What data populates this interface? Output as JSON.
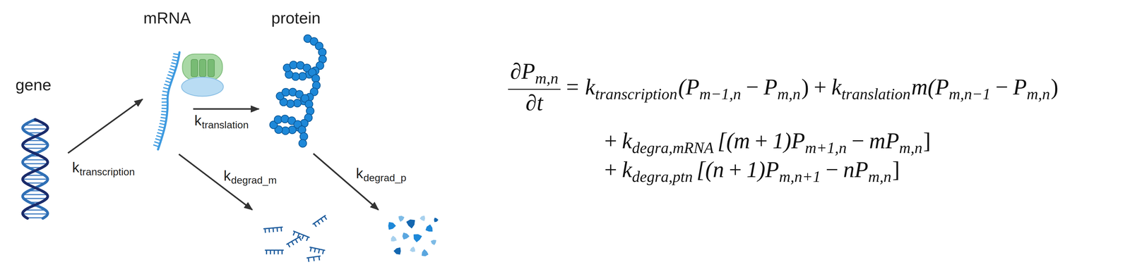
{
  "diagram": {
    "nodes": [
      {
        "text": [
          "gene"
        ]
      },
      {
        "text": [
          "mRNA"
        ]
      },
      {
        "text": [
          "protein"
        ]
      }
    ],
    "edges": [
      {
        "from": 0,
        "to": 1,
        "arrow": "to",
        "label": "ktranscription"
      },
      {
        "from": 1,
        "to": 2,
        "arrow": "to",
        "label": "ktranslation"
      }
    ],
    "labels": [
      "kdegrad_m",
      "kdegrad_p",
      "∂P",
      "m,n",
      "∂t",
      "=",
      "k",
      "transcription",
      "(P",
      "m−1,n",
      "−",
      "P",
      "m,n",
      ")",
      "+",
      "k",
      "translation",
      "m(P",
      "m,n−1",
      "−",
      "P",
      "m,n",
      ")",
      "+",
      "k",
      "degra,mRNA",
      "[(m",
      "+",
      "1)P",
      "m+1,n",
      "−",
      "mP",
      "m,n",
      "]",
      "+",
      "k",
      "degra,ptn",
      "[(n",
      "+",
      "1)P",
      "m,n+1",
      "−",
      "nP",
      "m,n",
      "]"
    ]
  }
}
